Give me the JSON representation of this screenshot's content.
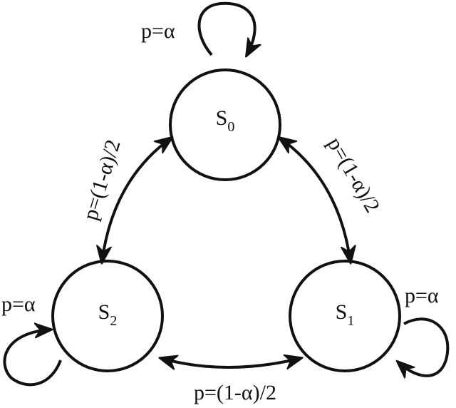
{
  "states": [
    {
      "id": "s0",
      "base": "S",
      "sub": "0"
    },
    {
      "id": "s1",
      "base": "S",
      "sub": "1"
    },
    {
      "id": "s2",
      "base": "S",
      "sub": "2"
    }
  ],
  "labels": {
    "self_s0": "p=α",
    "self_s1": "p=α",
    "self_s2": "p=α",
    "edge_s0_s1": "p=(1-α)/2",
    "edge_s0_s2": "p=(1-α)/2",
    "edge_s1_s2": "p=(1-α)/2"
  }
}
